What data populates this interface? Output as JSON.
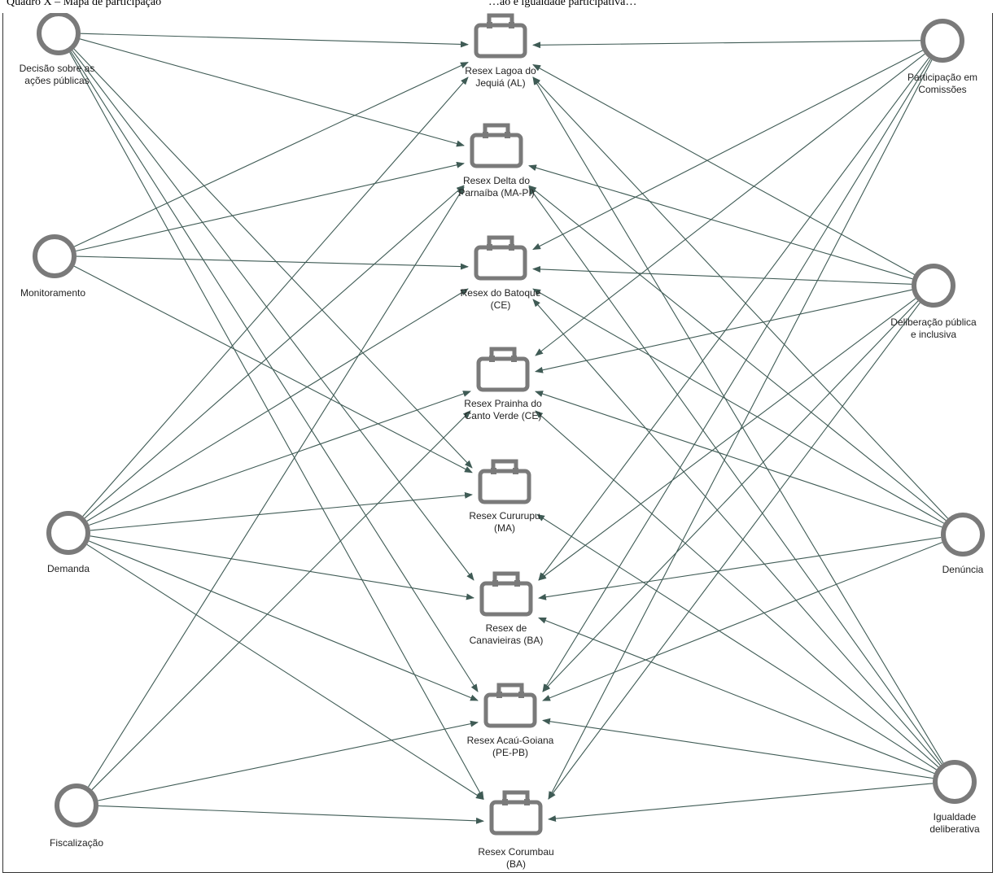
{
  "caption": {
    "start": "Quadro X – Mapa de participação",
    "end": "…ão e igualdade participativa…"
  },
  "sources": [
    {
      "id": "decisao",
      "lines": [
        "Decisão sobre as",
        "ações públicas"
      ],
      "icon": "circle-icon"
    },
    {
      "id": "monitoramento",
      "lines": [
        "Monitoramento"
      ],
      "icon": "circle-icon"
    },
    {
      "id": "demanda",
      "lines": [
        "Demanda"
      ],
      "icon": "circle-icon"
    },
    {
      "id": "fiscalizacao",
      "lines": [
        "Fiscalização"
      ],
      "icon": "circle-icon"
    },
    {
      "id": "participacao",
      "lines": [
        "Participação em",
        "Comissões"
      ],
      "icon": "circle-icon"
    },
    {
      "id": "deliberacao",
      "lines": [
        "Deliberação pública",
        "e inclusiva"
      ],
      "icon": "circle-icon"
    },
    {
      "id": "denuncia",
      "lines": [
        "Denúncia"
      ],
      "icon": "circle-icon"
    },
    {
      "id": "igualdade",
      "lines": [
        "Igualdade",
        "deliberativa"
      ],
      "icon": "circle-icon"
    }
  ],
  "cases": [
    {
      "id": "jequia",
      "lines": [
        "Resex Lagoa do",
        "Jequiá (AL)"
      ],
      "icon": "briefcase-icon"
    },
    {
      "id": "delta",
      "lines": [
        "Resex Delta do",
        "Parnaíba (MA-PI)"
      ],
      "icon": "briefcase-icon"
    },
    {
      "id": "batoque",
      "lines": [
        "Resex do Batoque",
        "(CE)"
      ],
      "icon": "briefcase-icon"
    },
    {
      "id": "prainha",
      "lines": [
        "Resex Prainha do",
        "Canto Verde (CE)"
      ],
      "icon": "briefcase-icon"
    },
    {
      "id": "cururupu",
      "lines": [
        "Resex Cururupu",
        "(MA)"
      ],
      "icon": "briefcase-icon"
    },
    {
      "id": "canavieiras",
      "lines": [
        "Resex de",
        "Canavieiras (BA)"
      ],
      "icon": "briefcase-icon"
    },
    {
      "id": "acau",
      "lines": [
        "Resex Acaú-Goiana",
        "(PE-PB)"
      ],
      "icon": "briefcase-icon"
    },
    {
      "id": "corumbau",
      "lines": [
        "Resex Corumbau",
        "(BA)"
      ],
      "icon": "briefcase-icon"
    }
  ],
  "edges": [
    [
      "decisao",
      "jequia"
    ],
    [
      "decisao",
      "delta"
    ],
    [
      "decisao",
      "cururupu"
    ],
    [
      "decisao",
      "canavieiras"
    ],
    [
      "decisao",
      "acau"
    ],
    [
      "decisao",
      "corumbau"
    ],
    [
      "monitoramento",
      "jequia"
    ],
    [
      "monitoramento",
      "delta"
    ],
    [
      "monitoramento",
      "batoque"
    ],
    [
      "monitoramento",
      "cururupu"
    ],
    [
      "demanda",
      "jequia"
    ],
    [
      "demanda",
      "delta"
    ],
    [
      "demanda",
      "batoque"
    ],
    [
      "demanda",
      "prainha"
    ],
    [
      "demanda",
      "cururupu"
    ],
    [
      "demanda",
      "canavieiras"
    ],
    [
      "demanda",
      "acau"
    ],
    [
      "demanda",
      "corumbau"
    ],
    [
      "fiscalizacao",
      "delta"
    ],
    [
      "fiscalizacao",
      "prainha"
    ],
    [
      "fiscalizacao",
      "acau"
    ],
    [
      "fiscalizacao",
      "corumbau"
    ],
    [
      "participacao",
      "jequia"
    ],
    [
      "participacao",
      "batoque"
    ],
    [
      "participacao",
      "prainha"
    ],
    [
      "participacao",
      "canavieiras"
    ],
    [
      "participacao",
      "acau"
    ],
    [
      "participacao",
      "corumbau"
    ],
    [
      "deliberacao",
      "jequia"
    ],
    [
      "deliberacao",
      "delta"
    ],
    [
      "deliberacao",
      "batoque"
    ],
    [
      "deliberacao",
      "prainha"
    ],
    [
      "deliberacao",
      "canavieiras"
    ],
    [
      "deliberacao",
      "acau"
    ],
    [
      "deliberacao",
      "corumbau"
    ],
    [
      "denuncia",
      "jequia"
    ],
    [
      "denuncia",
      "delta"
    ],
    [
      "denuncia",
      "batoque"
    ],
    [
      "denuncia",
      "prainha"
    ],
    [
      "denuncia",
      "canavieiras"
    ],
    [
      "denuncia",
      "acau"
    ],
    [
      "igualdade",
      "jequia"
    ],
    [
      "igualdade",
      "delta"
    ],
    [
      "igualdade",
      "batoque"
    ],
    [
      "igualdade",
      "prainha"
    ],
    [
      "igualdade",
      "cururupu"
    ],
    [
      "igualdade",
      "canavieiras"
    ],
    [
      "igualdade",
      "acau"
    ],
    [
      "igualdade",
      "corumbau"
    ]
  ],
  "colors": {
    "edge": "#3f5b55",
    "node_stroke": "#7a7a7a",
    "label": "#222222"
  }
}
